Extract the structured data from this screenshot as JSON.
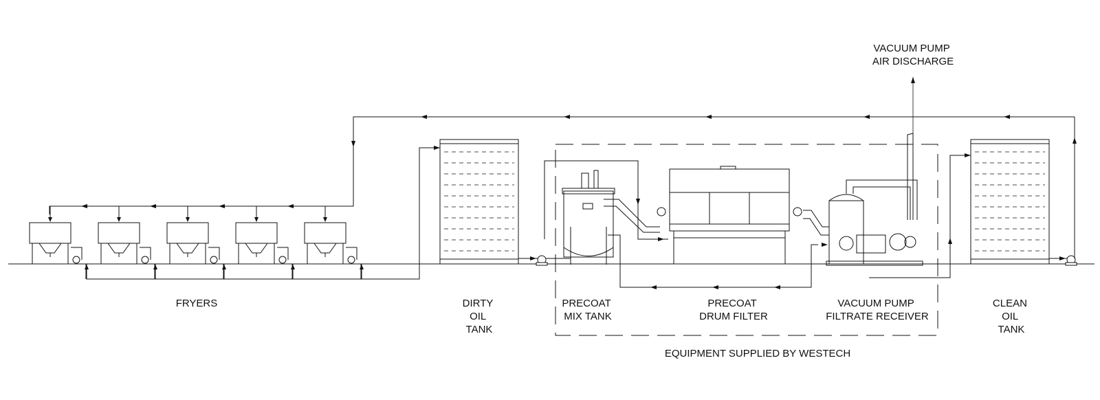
{
  "labels": {
    "fryers": "FRYERS",
    "dirty_tank": [
      "DIRTY",
      "OIL",
      "TANK"
    ],
    "precoat_mix": [
      "PRECOAT",
      "MIX TANK"
    ],
    "drum_filter": [
      "PRECOAT",
      "DRUM FILTER"
    ],
    "filtrate_receiver": [
      "VACUUM PUMP",
      "FILTRATE RECEIVER"
    ],
    "clean_tank": [
      "CLEAN",
      "OIL",
      "TANK"
    ],
    "air_discharge": [
      "VACUUM PUMP",
      "AIR DISCHARGE"
    ],
    "supplier": "EQUIPMENT SUPPLIED BY WESTECH"
  },
  "fryer_count": 5,
  "colors": {
    "line": "#111111",
    "background": "#ffffff"
  }
}
